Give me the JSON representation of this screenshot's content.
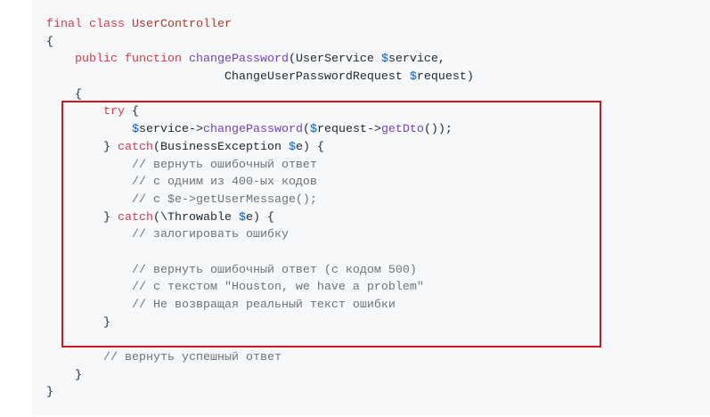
{
  "code": {
    "language": "php",
    "lines": [
      [
        {
          "t": "final class ",
          "c": "kw"
        },
        {
          "t": "UserController",
          "c": "cls"
        }
      ],
      [
        {
          "t": "{",
          "c": "pl"
        }
      ],
      [
        {
          "t": "    public function ",
          "c": "kw"
        },
        {
          "t": "changePassword",
          "c": "fn"
        },
        {
          "t": "(UserService ",
          "c": "pl"
        },
        {
          "t": "$",
          "c": "dol"
        },
        {
          "t": "service,",
          "c": "pl"
        }
      ],
      [
        {
          "t": "                         ChangeUserPasswordRequest ",
          "c": "pl"
        },
        {
          "t": "$",
          "c": "dol"
        },
        {
          "t": "request)",
          "c": "pl"
        }
      ],
      [
        {
          "t": "    {",
          "c": "pl"
        }
      ],
      [
        {
          "t": "        try ",
          "c": "kw"
        },
        {
          "t": "{",
          "c": "pl"
        }
      ],
      [
        {
          "t": "            ",
          "c": "pl"
        },
        {
          "t": "$",
          "c": "dol"
        },
        {
          "t": "service->",
          "c": "pl"
        },
        {
          "t": "changePassword",
          "c": "fn"
        },
        {
          "t": "(",
          "c": "pl"
        },
        {
          "t": "$",
          "c": "dol"
        },
        {
          "t": "request->",
          "c": "pl"
        },
        {
          "t": "getDto",
          "c": "fn"
        },
        {
          "t": "());",
          "c": "pl"
        }
      ],
      [
        {
          "t": "        } ",
          "c": "pl"
        },
        {
          "t": "catch",
          "c": "kw"
        },
        {
          "t": "(BusinessException ",
          "c": "pl"
        },
        {
          "t": "$",
          "c": "dol"
        },
        {
          "t": "e) {",
          "c": "pl"
        }
      ],
      [
        {
          "t": "            // вернуть ошибочный ответ",
          "c": "cm"
        }
      ],
      [
        {
          "t": "            // с одним из 400-ых кодов",
          "c": "cm"
        }
      ],
      [
        {
          "t": "            // с $e->getUserMessage();",
          "c": "cm"
        }
      ],
      [
        {
          "t": "        } ",
          "c": "pl"
        },
        {
          "t": "catch",
          "c": "kw"
        },
        {
          "t": "(\\Throwable ",
          "c": "pl"
        },
        {
          "t": "$",
          "c": "dol"
        },
        {
          "t": "e) {",
          "c": "pl"
        }
      ],
      [
        {
          "t": "            // залогировать ошибку",
          "c": "cm"
        }
      ],
      [
        {
          "t": "",
          "c": "pl"
        }
      ],
      [
        {
          "t": "            // вернуть ошибочный ответ (с кодом 500)",
          "c": "cm"
        }
      ],
      [
        {
          "t": "            // с текстом \"Houston, we have a problem\"",
          "c": "cm"
        }
      ],
      [
        {
          "t": "            // Не возвращая реальный текст ошибки",
          "c": "cm"
        }
      ],
      [
        {
          "t": "        }",
          "c": "pl"
        }
      ],
      [
        {
          "t": "",
          "c": "pl"
        }
      ],
      [
        {
          "t": "        // вернуть успешный ответ",
          "c": "cm"
        }
      ],
      [
        {
          "t": "    }",
          "c": "pl"
        }
      ],
      [
        {
          "t": "}",
          "c": "pl"
        }
      ]
    ]
  },
  "colors": {
    "keyword": "#d73a49",
    "function": "#6f42c1",
    "comment": "#6a737d",
    "highlight_border": "#d0161b",
    "background": "#f6f8fa"
  }
}
